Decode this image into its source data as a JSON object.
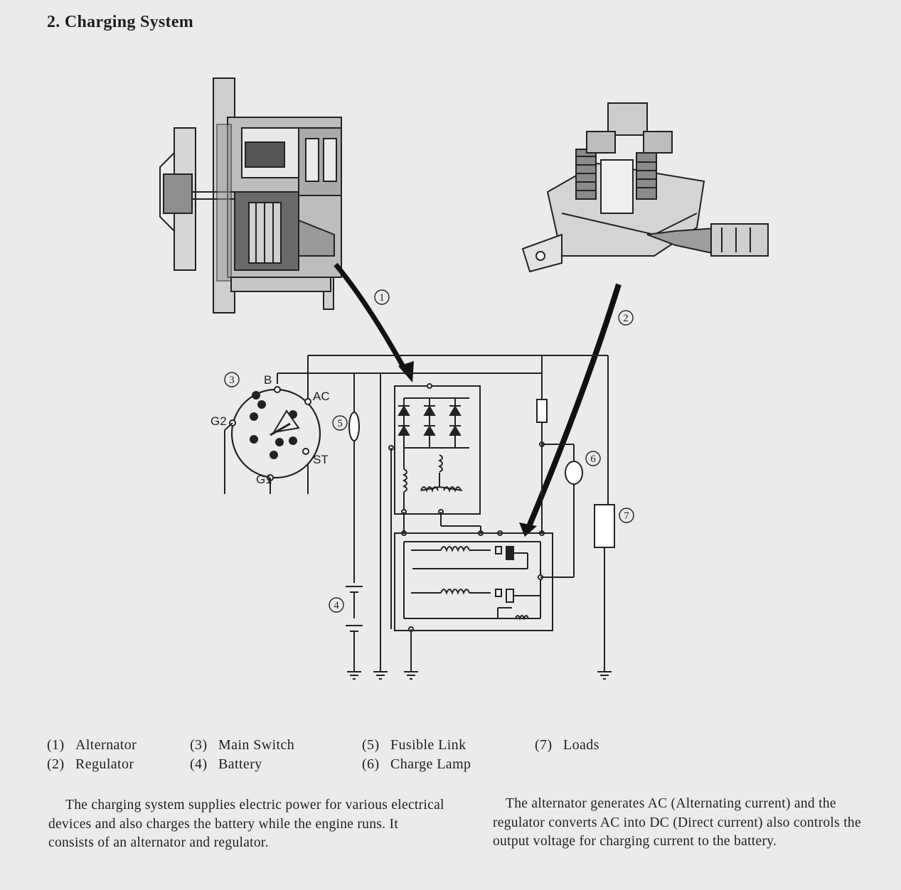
{
  "title": "2. Charging System",
  "callouts": {
    "c1": "1",
    "c2": "2",
    "c3": "3",
    "c4": "4",
    "c5": "5",
    "c6": "6",
    "c7": "7"
  },
  "terminals": {
    "b": "B",
    "ac": "AC",
    "g2": "G2",
    "st": "ST",
    "g1": "G1"
  },
  "legend": [
    [
      {
        "num": "(1)",
        "label": "Alternator"
      },
      {
        "num": "(2)",
        "label": "Regulator"
      }
    ],
    [
      {
        "num": "(3)",
        "label": "Main Switch"
      },
      {
        "num": "(4)",
        "label": "Battery"
      }
    ],
    [
      {
        "num": "(5)",
        "label": "Fusible Link"
      },
      {
        "num": "(6)",
        "label": "Charge Lamp"
      }
    ],
    [
      {
        "num": "(7)",
        "label": "Loads"
      }
    ]
  ],
  "paragraphs": {
    "left": "The charging system supplies electric power for various electrical devices and also charges the battery while the engine runs. It consists of an alternator and regulator.",
    "right": "The alternator generates AC (Alternating current) and the regulator converts AC into DC (Direct current) also controls the output voltage for charging current to the battery."
  }
}
